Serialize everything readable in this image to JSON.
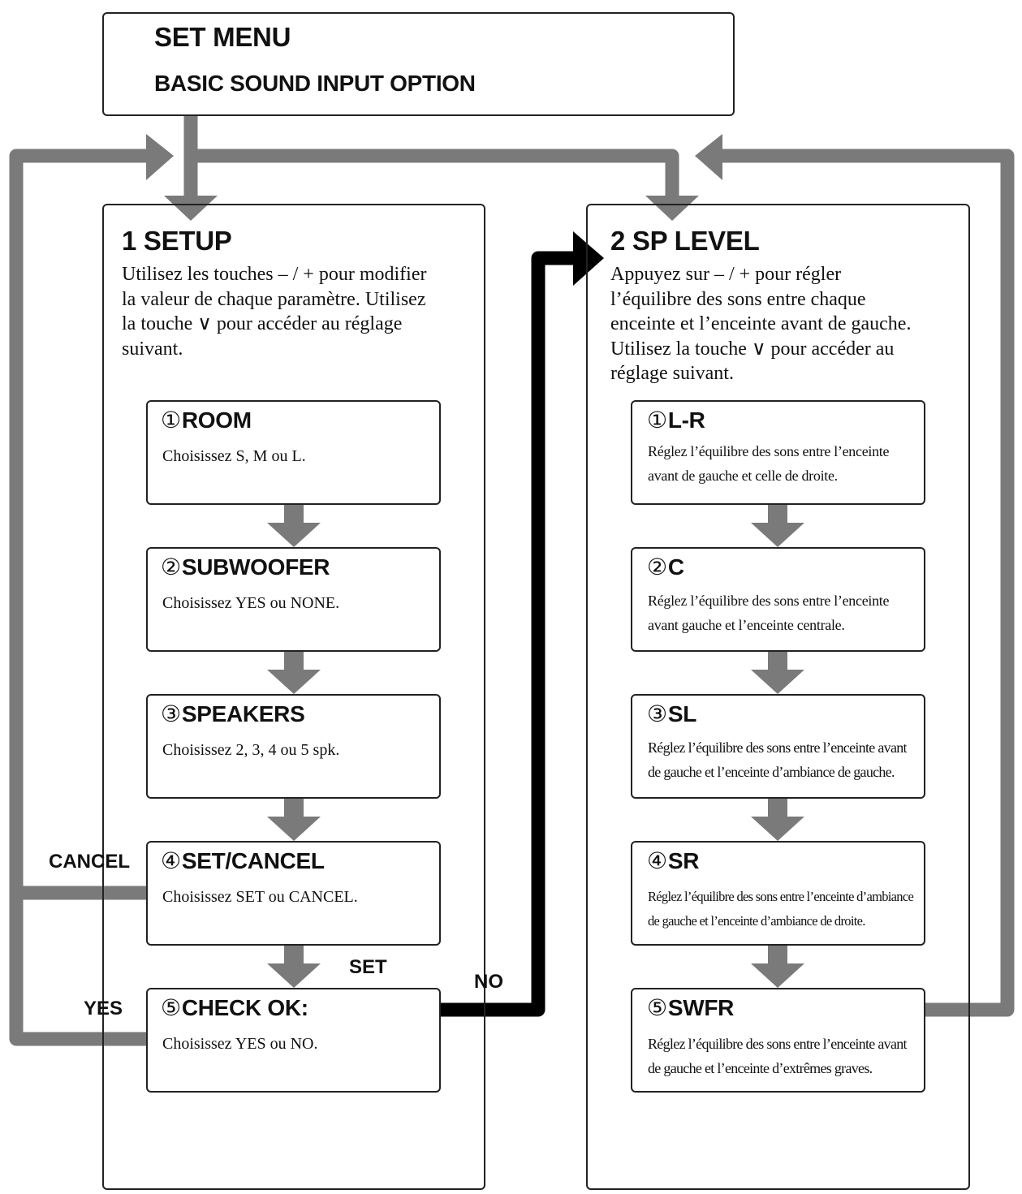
{
  "menu": {
    "title": "SET MENU",
    "subtitle": "BASIC SOUND INPUT OPTION"
  },
  "setup": {
    "title": "1 SETUP",
    "description": [
      "Utilisez les touches – / + pour modifier",
      "la valeur de chaque paramètre. Utilisez",
      "la touche ∨ pour accéder au réglage",
      "suivant."
    ],
    "steps": [
      {
        "num": "①",
        "title": "ROOM",
        "desc": [
          "Choisissez S, M ou L."
        ]
      },
      {
        "num": "②",
        "title": "SUBWOOFER",
        "desc": [
          "Choisissez YES ou NONE."
        ]
      },
      {
        "num": "③",
        "title": "SPEAKERS",
        "desc": [
          "Choisissez 2, 3, 4 ou 5 spk."
        ]
      },
      {
        "num": "④",
        "title": "SET/CANCEL",
        "desc": [
          "Choisissez SET ou CANCEL."
        ]
      },
      {
        "num": "⑤",
        "title": "CHECK OK:",
        "desc": [
          "Choisissez YES ou NO."
        ]
      }
    ]
  },
  "splevel": {
    "title": "2 SP LEVEL",
    "description": [
      "Appuyez sur – / + pour régler",
      "l’équilibre des sons entre chaque",
      "enceinte et l’enceinte avant de gauche.",
      "Utilisez la touche ∨ pour accéder au",
      "réglage suivant."
    ],
    "steps": [
      {
        "num": "①",
        "title": "L-R",
        "desc": [
          "Réglez l’équilibre des sons entre l’enceinte",
          "avant de gauche et celle de droite."
        ]
      },
      {
        "num": "②",
        "title": "C",
        "desc": [
          "Réglez l’équilibre des sons entre l’enceinte",
          "avant gauche et l’enceinte centrale."
        ]
      },
      {
        "num": "③",
        "title": "SL",
        "desc": [
          "Réglez l’équilibre des sons entre l’enceinte avant",
          "de gauche et l’enceinte d’ambiance de gauche."
        ]
      },
      {
        "num": "④",
        "title": "SR",
        "desc": [
          "Réglez l’équilibre des sons entre l’enceinte d’ambiance",
          "de gauche et l’enceinte d’ambiance de droite."
        ]
      },
      {
        "num": "⑤",
        "title": "SWFR",
        "desc": [
          "Réglez l’équilibre des sons entre l’enceinte avant",
          "de gauche et l’enceinte d’extrêmes graves."
        ]
      }
    ]
  },
  "labels": {
    "cancel": "CANCEL",
    "set": "SET",
    "yes": "YES",
    "no": "NO"
  },
  "colors": {
    "gray_arrow": "#7a7a7a",
    "black_arrow": "#000000",
    "border": "#222222"
  }
}
